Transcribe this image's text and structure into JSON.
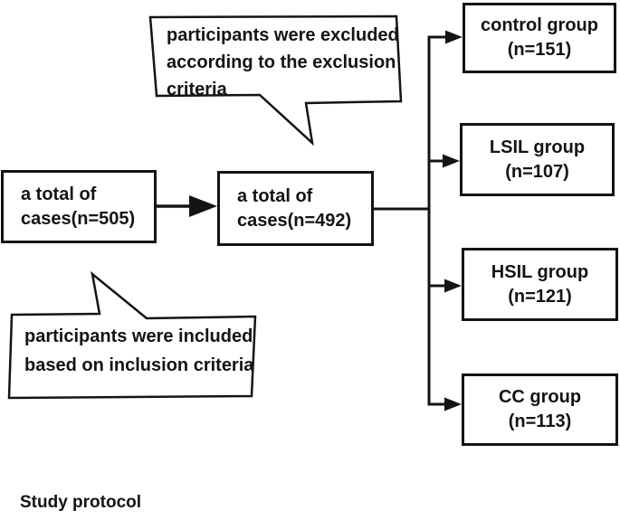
{
  "figure": {
    "caption": "Study protocol"
  },
  "flowchart": {
    "boxes": {
      "total_505": {
        "lines": [
          "a total of",
          "cases(n=505)"
        ]
      },
      "total_492": {
        "lines": [
          "a total of",
          "cases(n=492)"
        ]
      },
      "control": {
        "lines": [
          "control group",
          "(n=151)"
        ]
      },
      "lsil": {
        "lines": [
          "LSIL group",
          "(n=107)"
        ]
      },
      "hsil": {
        "lines": [
          "HSIL group",
          "(n=121)"
        ]
      },
      "cc": {
        "lines": [
          "CC group",
          "(n=113)"
        ]
      }
    },
    "callouts": {
      "excluded": {
        "text": "participants were excluded according to the exclusion criteria",
        "lines": [
          "participants were excluded",
          "according to the exclusion",
          "criteria"
        ]
      },
      "included": {
        "text": "participants were included based on inclusion criteria",
        "lines": [
          "participants were included",
          "based on inclusion criteria"
        ]
      }
    },
    "colors": {
      "line": "#141414",
      "background": "#ffffff"
    }
  }
}
